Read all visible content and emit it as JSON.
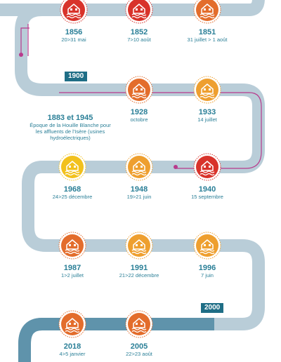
{
  "events": [
    {
      "year": "1856",
      "date": "20>31 mai",
      "color": "#d8332b"
    },
    {
      "year": "1852",
      "date": "7>10 août",
      "color": "#d8332b"
    },
    {
      "year": "1851",
      "date": "31 juillet > 1 août",
      "color": "#e36d2c"
    },
    {
      "year": "1928",
      "date": "octobre",
      "color": "#e36d2c"
    },
    {
      "year": "1933",
      "date": "14 juillet",
      "color": "#ee9f2f"
    },
    {
      "year": "1968",
      "date": "24>25 décembre",
      "color": "#f2c11d"
    },
    {
      "year": "1948",
      "date": "19>21 juin",
      "color": "#ee9f2f"
    },
    {
      "year": "1940",
      "date": "15 septembre",
      "color": "#d8332b"
    },
    {
      "year": "1987",
      "date": "1>2 juillet",
      "color": "#e36d2c"
    },
    {
      "year": "1991",
      "date": "21>22 décembre",
      "color": "#ee9f2f"
    },
    {
      "year": "1996",
      "date": "7 juin",
      "color": "#ee9f2f"
    },
    {
      "year": "2018",
      "date": "4>5 janvier",
      "color": "#e36d2c"
    },
    {
      "year": "2005",
      "date": "22>23 août",
      "color": "#e36d2c"
    }
  ],
  "markers": {
    "m1900": "1900",
    "m2000": "2000"
  },
  "period": {
    "title": "1883 et 1945",
    "description": "Époque de la Houille Blanche pour les affluents de l'Isère (usines hydroélectriques)"
  },
  "colors": {
    "road": "#b9cdd8",
    "road_dark": "#5f93ab",
    "text": "#2a7f97",
    "flag": "#1f6e86",
    "accent": "#b83a8c"
  },
  "icons": {
    "event": "flooded-house-icon"
  }
}
